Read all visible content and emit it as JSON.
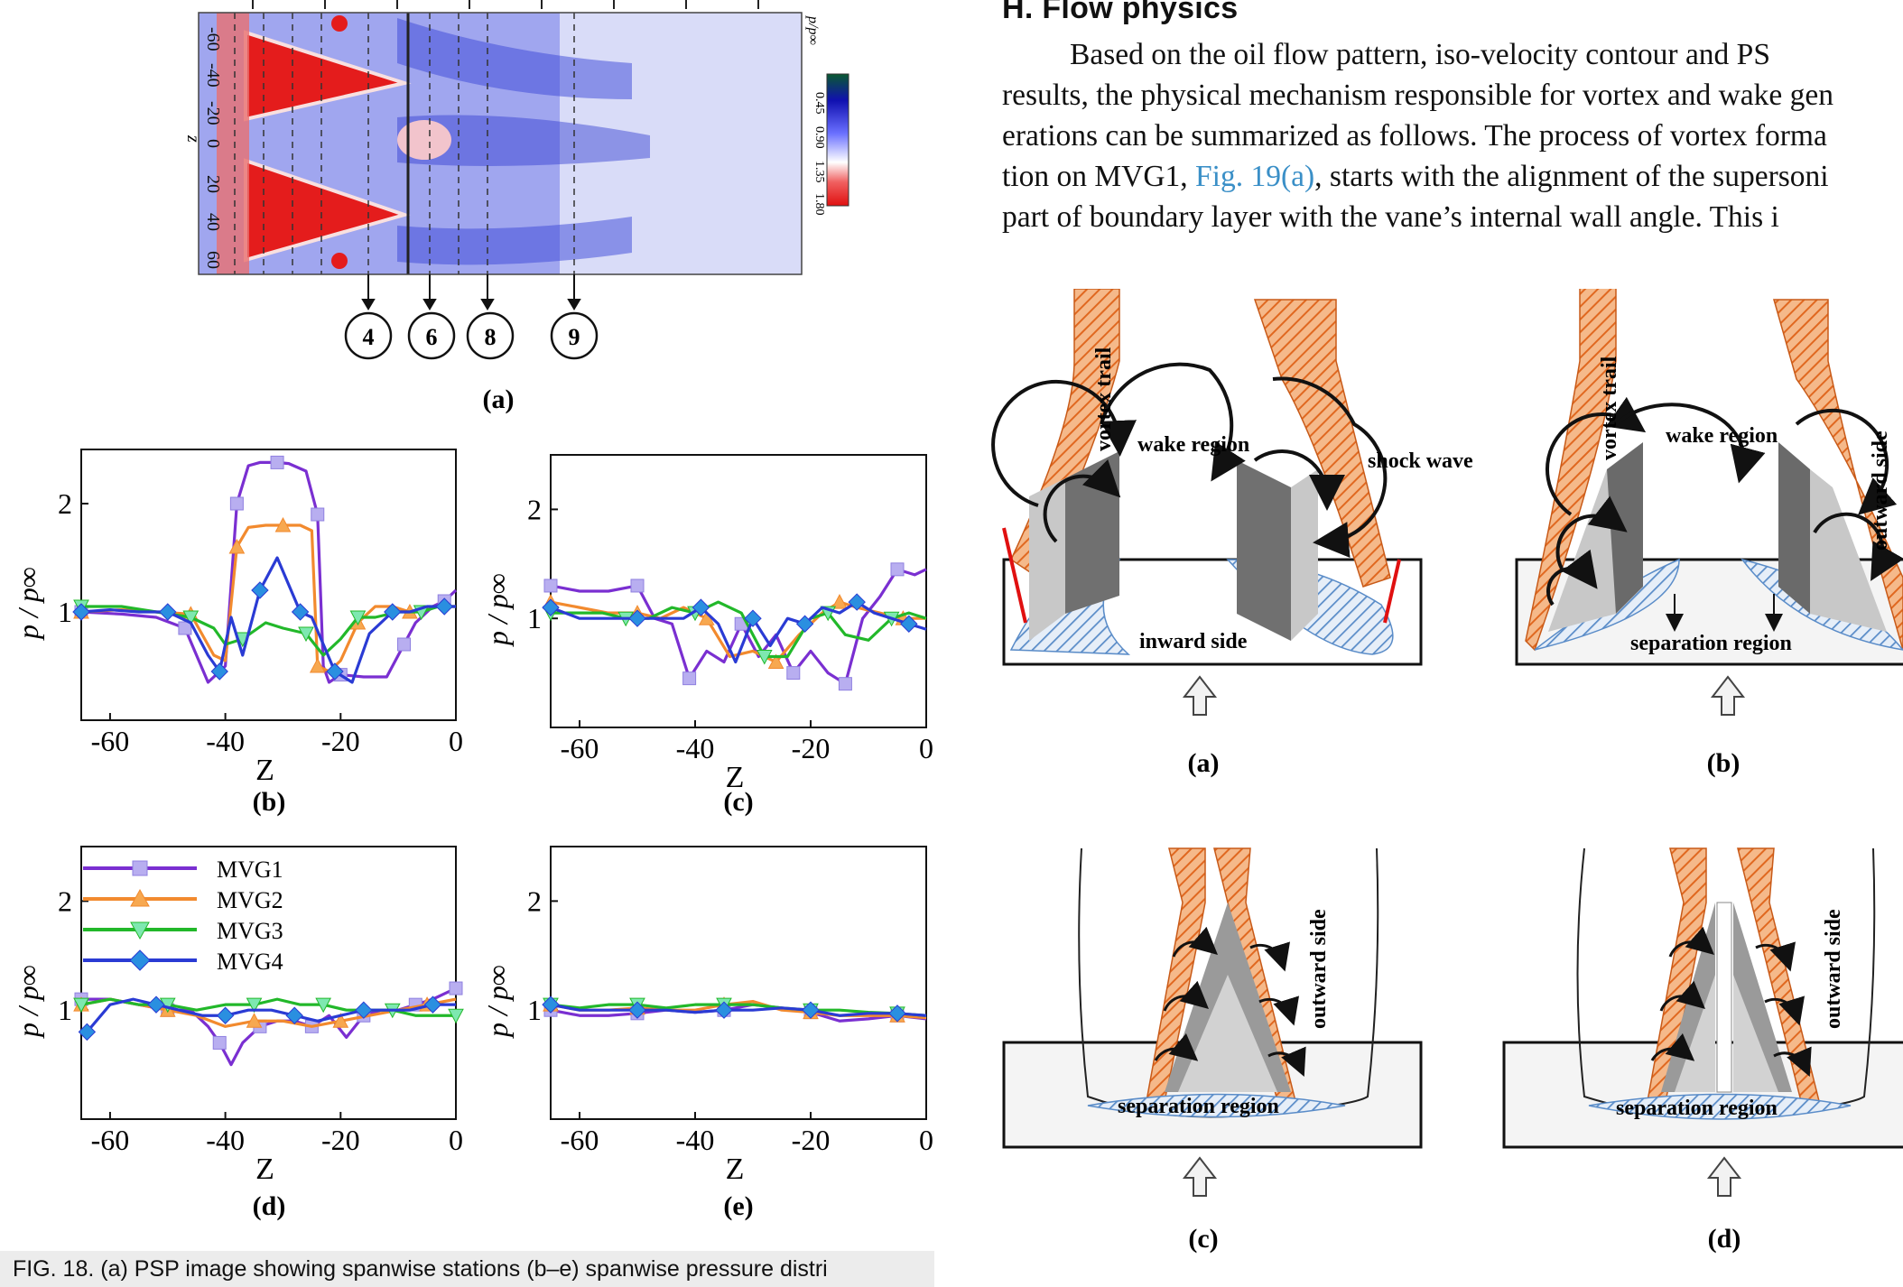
{
  "section": {
    "heading": "H. Flow physics"
  },
  "paragraph": {
    "line1": "Based on the oil flow pattern, iso-velocity contour and PS",
    "line2": "results, the physical mechanism responsible for vortex and wake gen",
    "line3a": "erations can be summarized as follows. The process of vortex forma",
    "line4a": "tion on MVG1, ",
    "line4_link": "Fig. 19(a)",
    "line4b": ", starts with the alignment of the supersoni",
    "line5": "part of boundary layer with the vane’s internal wall angle. This i"
  },
  "fig18": {
    "psr": {
      "z_axis_label": "z",
      "z_ticks": [
        "-60",
        "-40",
        "-20",
        "0",
        "20",
        "40",
        "60"
      ],
      "colorbar_title": "p/p∞",
      "colorbar_ticks": [
        "0.45",
        "0.90",
        "1.35",
        "1.80"
      ],
      "stations": [
        "4",
        "6",
        "8",
        "9"
      ],
      "sublabel": "(a)"
    },
    "panels": [
      {
        "id": "b",
        "sublabel": "(b)"
      },
      {
        "id": "c",
        "sublabel": "(c)"
      },
      {
        "id": "d",
        "sublabel": "(d)"
      },
      {
        "id": "e",
        "sublabel": "(e)"
      }
    ],
    "legend": [
      "MVG1",
      "MVG2",
      "MVG3",
      "MVG4"
    ],
    "caption": "FIG. 18. (a) PSP image showing spanwise stations (b–e) spanwise pressure distri"
  },
  "chart_data": [
    {
      "type": "line",
      "panel": "b",
      "xlabel": "Z",
      "ylabel": "p / p∞",
      "xlim": [
        -65,
        0
      ],
      "ylim": [
        0,
        2.5
      ],
      "xticks": [
        -60,
        -40,
        -20,
        0
      ],
      "yticks": [
        1,
        2
      ],
      "series": [
        {
          "name": "MVG1",
          "color": "#7a2fd1",
          "marker": "square",
          "x": [
            -65,
            -58,
            -52,
            -47,
            -43,
            -40,
            -38,
            -36,
            -34,
            -31,
            -29,
            -26,
            -24,
            -23,
            -22,
            -20,
            -16,
            -12,
            -9,
            -7,
            -4,
            -2,
            0
          ],
          "y": [
            1.0,
            0.98,
            0.95,
            0.85,
            0.35,
            0.5,
            2.0,
            2.35,
            2.38,
            2.38,
            2.37,
            2.3,
            1.9,
            0.5,
            0.35,
            0.42,
            0.4,
            0.4,
            0.7,
            0.9,
            1.05,
            1.1,
            1.2
          ]
        },
        {
          "name": "MVG2",
          "color": "#f28a2e",
          "marker": "triangle-up",
          "x": [
            -65,
            -58,
            -52,
            -46,
            -42,
            -40,
            -38,
            -36,
            -33,
            -30,
            -27,
            -25,
            -24,
            -22,
            -20,
            -17,
            -14,
            -11,
            -8,
            -4,
            0
          ],
          "y": [
            1.0,
            1.02,
            1.0,
            0.98,
            0.6,
            0.55,
            1.6,
            1.78,
            1.8,
            1.8,
            1.8,
            1.75,
            0.5,
            0.45,
            0.55,
            0.9,
            1.05,
            1.05,
            1.0,
            1.05,
            1.05
          ]
        },
        {
          "name": "MVG3",
          "color": "#22b82a",
          "marker": "triangle-down",
          "x": [
            -65,
            -58,
            -52,
            -46,
            -42,
            -40,
            -37,
            -33,
            -30,
            -26,
            -23,
            -20,
            -17,
            -14,
            -10,
            -6,
            -3,
            0
          ],
          "y": [
            1.05,
            1.05,
            1.0,
            0.95,
            0.85,
            0.7,
            0.75,
            0.9,
            0.85,
            0.8,
            0.6,
            0.75,
            0.95,
            0.95,
            1.0,
            1.0,
            1.05,
            1.05
          ]
        },
        {
          "name": "MVG4",
          "color": "#2a3bd4",
          "marker": "diamond",
          "x": [
            -65,
            -60,
            -55,
            -50,
            -46,
            -43,
            -41,
            -39,
            -37,
            -34,
            -31,
            -29,
            -27,
            -25,
            -23,
            -21,
            -18,
            -15,
            -11,
            -8,
            -5,
            -2,
            0
          ],
          "y": [
            1.0,
            1.02,
            1.0,
            1.0,
            0.9,
            0.6,
            0.45,
            0.95,
            0.6,
            1.2,
            1.5,
            1.25,
            1.0,
            0.95,
            0.7,
            0.45,
            0.35,
            0.8,
            1.0,
            1.0,
            1.05,
            1.05,
            1.05
          ]
        }
      ]
    },
    {
      "type": "line",
      "panel": "c",
      "xlabel": "Z",
      "ylabel": "p / p∞",
      "xlim": [
        -65,
        0
      ],
      "ylim": [
        0,
        2.5
      ],
      "xticks": [
        -60,
        -40,
        -20,
        0
      ],
      "yticks": [
        1,
        2
      ],
      "series": [
        {
          "name": "MVG1",
          "color": "#7a2fd1",
          "marker": "square",
          "x": [
            -65,
            -60,
            -55,
            -50,
            -47,
            -44,
            -41,
            -38,
            -35,
            -32,
            -29,
            -26,
            -23,
            -20,
            -17,
            -14,
            -11,
            -8,
            -5,
            -2,
            0
          ],
          "y": [
            1.3,
            1.25,
            1.25,
            1.3,
            1.0,
            0.95,
            0.45,
            0.7,
            0.6,
            0.95,
            0.65,
            0.85,
            0.5,
            0.7,
            0.5,
            0.4,
            1.0,
            1.2,
            1.45,
            1.4,
            1.45
          ]
        },
        {
          "name": "MVG2",
          "color": "#f28a2e",
          "marker": "triangle-up",
          "x": [
            -65,
            -60,
            -55,
            -50,
            -46,
            -42,
            -38,
            -34,
            -30,
            -26,
            -22,
            -18,
            -15,
            -12,
            -8,
            -4,
            0
          ],
          "y": [
            1.15,
            1.1,
            1.05,
            1.05,
            1.0,
            1.1,
            1.0,
            0.65,
            0.7,
            0.6,
            0.85,
            1.05,
            1.15,
            1.1,
            1.05,
            1.0,
            1.0
          ]
        },
        {
          "name": "MVG3",
          "color": "#22b82a",
          "marker": "triangle-down",
          "x": [
            -65,
            -60,
            -56,
            -52,
            -48,
            -44,
            -40,
            -36,
            -32,
            -28,
            -24,
            -20,
            -17,
            -14,
            -10,
            -6,
            -3,
            0
          ],
          "y": [
            1.05,
            1.05,
            1.05,
            1.0,
            1.0,
            1.1,
            1.05,
            1.15,
            1.05,
            0.65,
            0.65,
            1.0,
            1.05,
            0.85,
            0.8,
            1.0,
            1.05,
            1.0
          ]
        },
        {
          "name": "MVG4",
          "color": "#2a3bd4",
          "marker": "diamond",
          "x": [
            -65,
            -60,
            -55,
            -50,
            -46,
            -42,
            -39,
            -36,
            -33,
            -30,
            -27,
            -24,
            -21,
            -18,
            -15,
            -12,
            -9,
            -6,
            -3,
            0
          ],
          "y": [
            1.1,
            1.0,
            1.0,
            1.0,
            1.0,
            1.0,
            1.1,
            0.95,
            0.6,
            1.0,
            0.75,
            1.0,
            0.95,
            1.1,
            1.05,
            1.15,
            1.05,
            1.0,
            0.95,
            0.9
          ]
        }
      ]
    },
    {
      "type": "line",
      "panel": "d",
      "xlabel": "Z",
      "ylabel": "p / p∞",
      "xlim": [
        -65,
        0
      ],
      "ylim": [
        0,
        2.5
      ],
      "xticks": [
        -60,
        -40,
        -20,
        0
      ],
      "yticks": [
        1,
        2
      ],
      "series": [
        {
          "name": "MVG1",
          "color": "#7a2fd1",
          "marker": "square",
          "x": [
            -65,
            -60,
            -55,
            -50,
            -46,
            -43,
            -41,
            -39,
            -37,
            -34,
            -31,
            -28,
            -25,
            -22,
            -19,
            -16,
            -13,
            -10,
            -7,
            -4,
            -2,
            0
          ],
          "y": [
            1.1,
            1.1,
            1.05,
            1.0,
            1.0,
            0.85,
            0.7,
            0.5,
            0.7,
            0.85,
            0.9,
            0.9,
            0.85,
            0.95,
            0.75,
            0.95,
            1.0,
            1.0,
            1.05,
            1.1,
            1.15,
            1.2
          ]
        },
        {
          "name": "MVG2",
          "color": "#f28a2e",
          "marker": "triangle-up",
          "x": [
            -65,
            -60,
            -55,
            -50,
            -45,
            -40,
            -35,
            -30,
            -25,
            -20,
            -15,
            -10,
            -5,
            0
          ],
          "y": [
            1.05,
            1.1,
            1.05,
            1.0,
            0.95,
            0.85,
            0.9,
            0.9,
            0.85,
            0.9,
            0.95,
            1.0,
            1.05,
            1.1
          ]
        },
        {
          "name": "MVG3",
          "color": "#22b82a",
          "marker": "triangle-down",
          "x": [
            -65,
            -60,
            -55,
            -50,
            -45,
            -40,
            -35,
            -31,
            -27,
            -23,
            -19,
            -15,
            -11,
            -7,
            -3,
            0
          ],
          "y": [
            1.05,
            1.1,
            1.05,
            1.05,
            1.0,
            1.05,
            1.05,
            1.1,
            1.05,
            1.05,
            1.0,
            1.0,
            1.0,
            0.95,
            0.95,
            0.95
          ]
        },
        {
          "name": "MVG4",
          "color": "#2a3bd4",
          "marker": "diamond",
          "x": [
            -64,
            -60,
            -56,
            -52,
            -48,
            -44,
            -40,
            -36,
            -32,
            -28,
            -24,
            -20,
            -16,
            -12,
            -8,
            -4,
            0
          ],
          "y": [
            0.8,
            1.05,
            1.1,
            1.05,
            1.0,
            0.95,
            0.95,
            1.0,
            1.0,
            0.95,
            0.9,
            0.95,
            1.0,
            1.0,
            1.0,
            1.05,
            1.05
          ]
        }
      ]
    },
    {
      "type": "line",
      "panel": "e",
      "xlabel": "Z",
      "ylabel": "p / p∞",
      "xlim": [
        -65,
        0
      ],
      "ylim": [
        0,
        2.5
      ],
      "xticks": [
        -60,
        -40,
        -20,
        0
      ],
      "yticks": [
        1,
        2
      ],
      "series": [
        {
          "name": "MVG1",
          "color": "#7a2fd1",
          "marker": "square",
          "x": [
            -65,
            -60,
            -55,
            -50,
            -45,
            -40,
            -35,
            -30,
            -25,
            -20,
            -15,
            -10,
            -5,
            0
          ],
          "y": [
            1.0,
            0.95,
            0.95,
            0.97,
            1.0,
            0.98,
            1.0,
            1.05,
            1.02,
            0.98,
            0.9,
            0.92,
            0.95,
            0.92
          ]
        },
        {
          "name": "MVG2",
          "color": "#f28a2e",
          "marker": "triangle-up",
          "x": [
            -65,
            -60,
            -55,
            -50,
            -45,
            -40,
            -35,
            -30,
            -25,
            -20,
            -15,
            -10,
            -5,
            0
          ],
          "y": [
            1.05,
            1.0,
            1.0,
            1.02,
            1.0,
            1.0,
            1.05,
            1.08,
            1.0,
            0.98,
            0.95,
            0.95,
            0.95,
            0.93
          ]
        },
        {
          "name": "MVG3",
          "color": "#22b82a",
          "marker": "triangle-down",
          "x": [
            -65,
            -60,
            -55,
            -50,
            -45,
            -40,
            -35,
            -30,
            -25,
            -20,
            -15,
            -10,
            -5,
            0
          ],
          "y": [
            1.05,
            1.02,
            1.05,
            1.05,
            1.02,
            1.05,
            1.05,
            1.05,
            1.02,
            1.0,
            1.0,
            0.98,
            0.97,
            0.95
          ]
        },
        {
          "name": "MVG4",
          "color": "#2a3bd4",
          "marker": "diamond",
          "x": [
            -65,
            -60,
            -55,
            -50,
            -45,
            -40,
            -35,
            -30,
            -25,
            -20,
            -15,
            -10,
            -5,
            0
          ],
          "y": [
            1.05,
            1.0,
            1.0,
            1.0,
            1.0,
            0.98,
            1.0,
            1.0,
            1.02,
            1.0,
            0.95,
            0.97,
            0.97,
            0.95
          ]
        }
      ]
    }
  ],
  "fig19": {
    "labels": {
      "vortex_trail": "vortex trail",
      "wake_region": "wake region",
      "shock_wave": "shock wave",
      "inward_side": "inward side",
      "separation_region": "separation region",
      "outward_side": "outward side"
    },
    "sublabels": [
      "(a)",
      "(b)",
      "(c)",
      "(d)"
    ]
  },
  "colors": {
    "vortex_orange": "#f0a878",
    "vortex_hatch": "#e06820",
    "separation_blue": "#5a8cc8",
    "vane_dark": "#666666",
    "vane_light": "#c8c8c8",
    "shock_red": "#e01010",
    "psp_red": "#e41c1c",
    "psp_blue": "#4a56e0"
  }
}
